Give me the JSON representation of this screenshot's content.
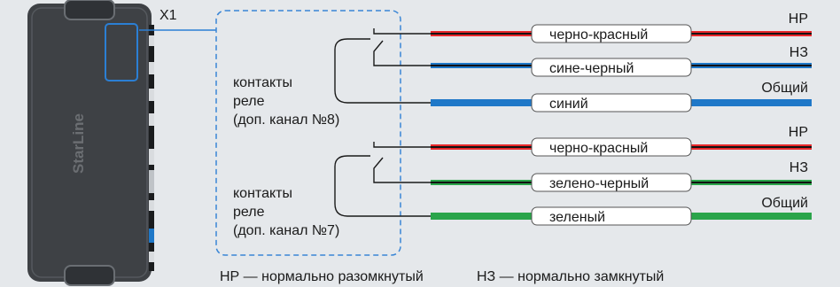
{
  "device": {
    "brand": "StarLine",
    "connector_label": "X1"
  },
  "relays": [
    {
      "caption_lines": [
        "контакты",
        "реле",
        "(доп. канал №8)"
      ],
      "wires": [
        {
          "terminal": "НР",
          "label": "черно-красный",
          "color": "#e8282b",
          "stripe": "#111111"
        },
        {
          "terminal": "НЗ",
          "label": "сине-черный",
          "color": "#1f78c8",
          "stripe": "#111111"
        },
        {
          "terminal": "Общий",
          "label": "синий",
          "color": "#1f78c8",
          "stripe": null
        }
      ]
    },
    {
      "caption_lines": [
        "контакты",
        "реле",
        "(доп. канал №7)"
      ],
      "wires": [
        {
          "terminal": "НР",
          "label": "черно-красный",
          "color": "#e8282b",
          "stripe": "#111111"
        },
        {
          "terminal": "НЗ",
          "label": "зелено-черный",
          "color": "#2aa44a",
          "stripe": "#111111"
        },
        {
          "terminal": "Общий",
          "label": "зеленый",
          "color": "#2aa44a",
          "stripe": null
        }
      ]
    }
  ],
  "legend": {
    "nr": "НР — нормально разомкнутый",
    "nz": "НЗ — нормально замкнутый"
  },
  "colors": {
    "background": "#e5e8eb",
    "device_body": "#3e4145",
    "highlight": "#2b7fd4",
    "dash": "#3a86d6"
  }
}
